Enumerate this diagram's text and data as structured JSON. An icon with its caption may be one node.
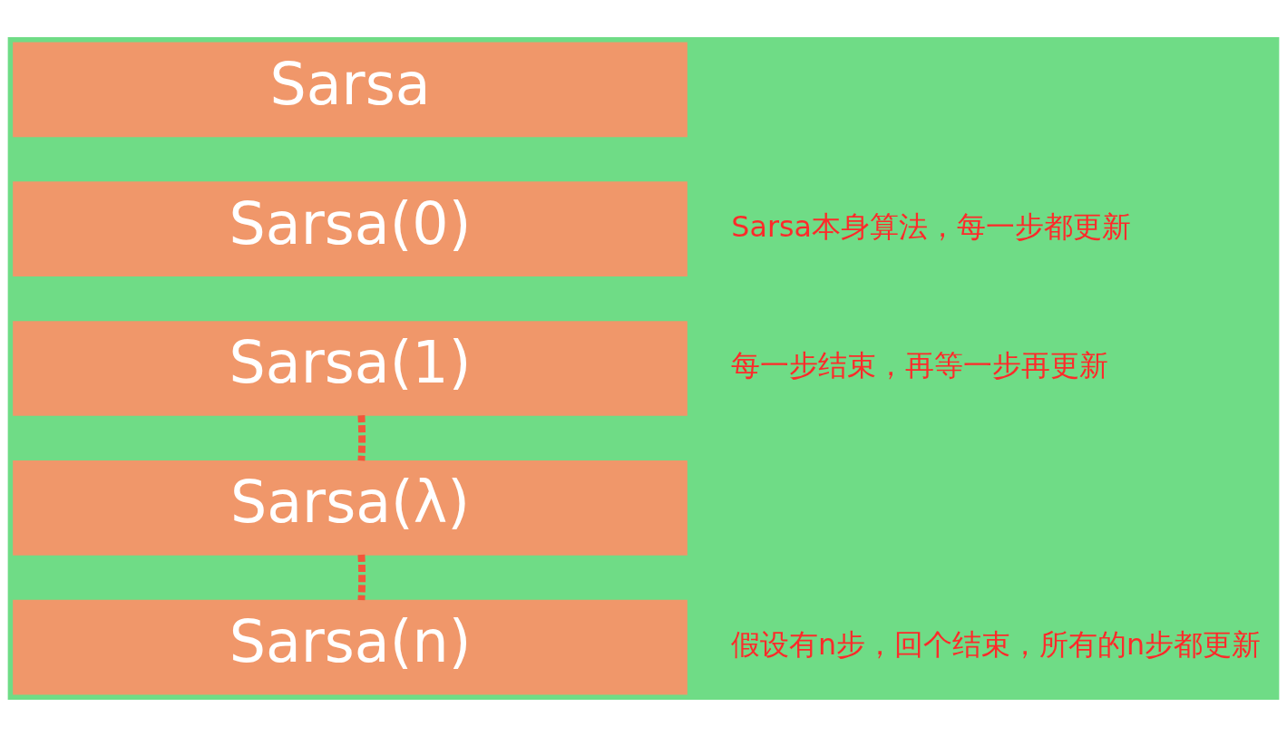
{
  "diagram": {
    "nodes": [
      {
        "text": [
          "Sarsa"
        ]
      },
      {
        "text": [
          "Sarsa(0)"
        ],
        "beside": [
          "Sarsa本身算法，每一步都更新"
        ]
      },
      {
        "text": [
          "Sarsa(1)"
        ],
        "beside": [
          "每一步结束，再等一步再更新"
        ]
      },
      {
        "text": [
          "Sarsa(λ)"
        ]
      },
      {
        "text": [
          "Sarsa(n)"
        ],
        "beside": [
          "假设有n步，回个结束，所有的n步都更新"
        ]
      }
    ],
    "edges": [
      {
        "from": 2,
        "to": 3,
        "arrow": "none",
        "style": "dashed",
        "color": "#f4553a"
      },
      {
        "from": 3,
        "to": 4,
        "arrow": "none",
        "style": "dashed",
        "color": "#f4553a"
      }
    ]
  }
}
